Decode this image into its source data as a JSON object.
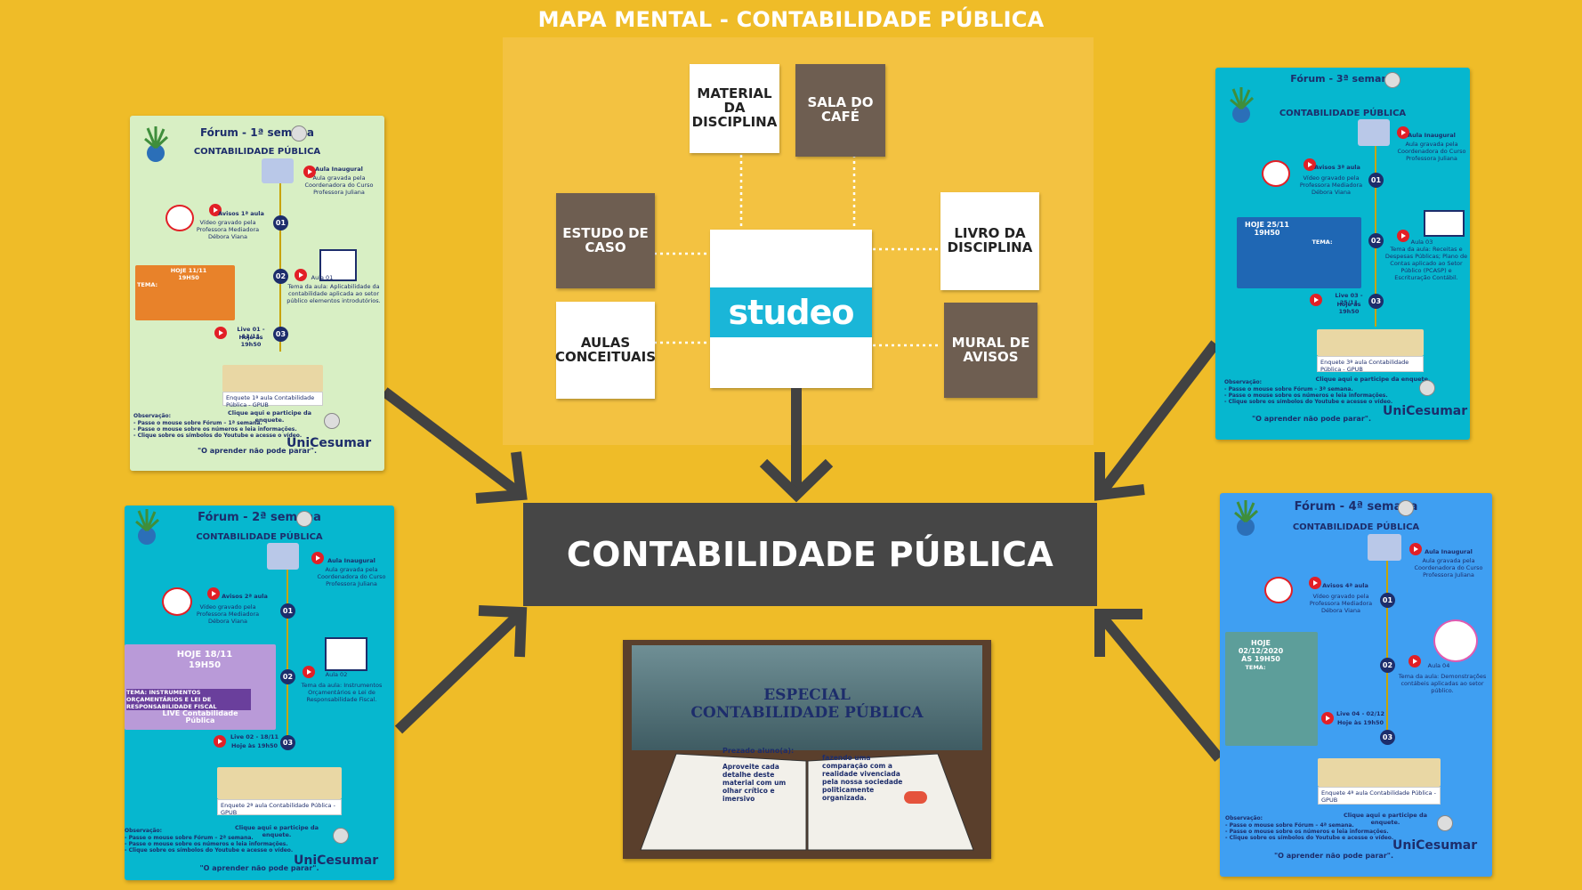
{
  "title": "MAPA MENTAL - CONTABILIDADE PÚBLICA",
  "hub_label": "CONTABILIDADE PÚBLICA",
  "studeo": {
    "brand": "studeo",
    "tiles": {
      "material": "MATERIAL DA DISCIPLINA",
      "sala": "SALA DO CAFÉ",
      "estudo": "ESTUDO DE CASO",
      "livro": "LIVRO DA DISCIPLINA",
      "aulas": "AULAS CONCEITUAIS",
      "mural": "MURAL DE AVISOS"
    }
  },
  "colors": {
    "background": "#efbc28",
    "hub": "#464646",
    "card1": "#d8efc4",
    "card_teal": "#06b7cf",
    "card4": "#3f9ff2",
    "arrows": "#424242",
    "navy": "#1d2d6b"
  },
  "cards": [
    {
      "title": "Fórum - 1ª semana",
      "subtitle": "CONTABILIDADE PÚBLICA",
      "aula_inaugural": "Aula Inaugural",
      "aula_inaugural_desc": "Aula gravada pela Coordenadora do Curso Professora Juliana",
      "avisos": "Avisos 1ª aula",
      "avisos_desc": "Vídeo gravado pela Professora Mediadora Débora Viana",
      "aula": "Aula 01",
      "aula_desc": "Tema da aula: Aplicabilidade da contabilidade aplicada ao setor público elementos introdutórios.",
      "live": "Live 01 - 11/11",
      "live_time": "Hoje às 19h50",
      "live_banner": "HOJE 11/11 19H50",
      "live_tema": "TEMA:",
      "n1": "01",
      "n2": "02",
      "n3": "03",
      "poll": "Enquete 1ª aula Contabilidade Pública - GPUB",
      "poll_link": "Clique aqui e participe da enquete.",
      "obs_title": "Observação:",
      "obs_lines": [
        "- Passe o mouse sobre Fórum – 1ª semana.",
        "- Passe o mouse sobre os números e leia informações.",
        "- Clique sobre os símbolos do Youtube e acesse o vídeo."
      ],
      "quote": "\"O aprender não pode parar\".",
      "brand": "UniCesumar"
    },
    {
      "title": "Fórum - 2ª semana",
      "subtitle": "CONTABILIDADE PÚBLICA",
      "aula_inaugural": "Aula Inaugural",
      "aula_inaugural_desc": "Aula gravada pela Coordenadora do Curso Professora Juliana",
      "avisos": "Avisos 2ª aula",
      "avisos_desc": "Vídeo gravado pela Professora Mediadora Débora Viana",
      "aula": "Aula 02",
      "aula_desc": "Tema da aula: Instrumentos Orçamentários e Lei de Responsabilidade Fiscal.",
      "live": "Live 02 - 18/11",
      "live_time": "Hoje às 19h50",
      "live_banner": "HOJE 18/11 19H50",
      "live_tema": "TEMA: INSTRUMENTOS ORÇAMENTÁRIOS E LEI DE RESPONSABILIDADE FISCAL",
      "live_tag": "LIVE Contabilidade Pública",
      "n1": "01",
      "n2": "02",
      "n3": "03",
      "poll": "Enquete 2ª aula Contabilidade Pública - GPUB",
      "poll_link": "Clique aqui e participe da enquete.",
      "obs_title": "Observação:",
      "obs_lines": [
        "- Passe o mouse sobre Fórum – 2ª semana.",
        "- Passe o mouse sobre os números e leia informações.",
        "- Clique sobre os símbolos do Youtube e acesse o vídeo."
      ],
      "quote": "\"O aprender não pode parar\".",
      "brand": "UniCesumar"
    },
    {
      "title": "Fórum - 3ª semana",
      "subtitle": "CONTABILIDADE PÚBLICA",
      "aula_inaugural": "Aula Inaugural",
      "aula_inaugural_desc": "Aula gravada pela Coordenadora do Curso Professora Juliana",
      "avisos": "Avisos 3ª aula",
      "avisos_desc": "Vídeo gravado pela Professora Mediadora Débora Viana",
      "aula": "Aula 03",
      "aula_desc": "Tema da aula: Receitas e Despesas Públicas; Plano de Contas aplicado ao Setor Público (PCASP) e Escrituração Contábil.",
      "live": "Live 03 - 25/11",
      "live_time": "Hoje às 19h50",
      "live_banner": "HOJE 25/11 19H50",
      "live_tema": "TEMA:",
      "n1": "01",
      "n2": "02",
      "n3": "03",
      "poll": "Enquete 3ª aula Contabilidade Pública - GPUB",
      "poll_link": "Clique aqui e participe da enquete.",
      "obs_title": "Observação:",
      "obs_lines": [
        "- Passe o mouse sobre Fórum – 3ª semana.",
        "- Passe o mouse sobre os números e leia informações.",
        "- Clique sobre os símbolos do Youtube e acesse o vídeo."
      ],
      "quote": "\"O aprender não pode parar\".",
      "brand": "UniCesumar"
    },
    {
      "title": "Fórum - 4ª semana",
      "subtitle": "CONTABILIDADE PÚBLICA",
      "aula_inaugural": "Aula Inaugural",
      "aula_inaugural_desc": "Aula gravada pela Coordenadora do Curso Professora Juliana",
      "avisos": "Avisos 4ª aula",
      "avisos_desc": "Vídeo gravado pela Professora Mediadora Débora Viana",
      "aula": "Aula 04",
      "aula_desc": "Tema da aula: Demonstrações contábeis aplicadas ao setor público.",
      "live": "Live 04 - 02/12",
      "live_time": "Hoje às 19h50",
      "live_banner": "HOJE 02/12/2020 ÀS 19H50",
      "live_tema": "TEMA:",
      "n1": "01",
      "n2": "02",
      "n3": "03",
      "poll": "Enquete 4ª aula Contabilidade Pública - GPUB",
      "poll_link": "Clique aqui e participe da enquete.",
      "obs_title": "Observação:",
      "obs_lines": [
        "- Passe o mouse sobre Fórum – 4ª semana.",
        "- Passe o mouse sobre os números e leia informações.",
        "- Clique sobre os símbolos do Youtube e acesse o vídeo."
      ],
      "quote": "\"O aprender não pode parar\".",
      "brand": "UniCesumar"
    }
  ],
  "special": {
    "title1": "ESPECIAL",
    "title2": "CONTABILIDADE PÚBLICA",
    "greeting": "Prezado aluno(a):",
    "left_text": "Aproveite cada detalhe deste material com um olhar crítico e imersivo",
    "right_text": "fazendo uma comparação com a realidade vivenciada pela nossa sociedade politicamente organizada."
  }
}
